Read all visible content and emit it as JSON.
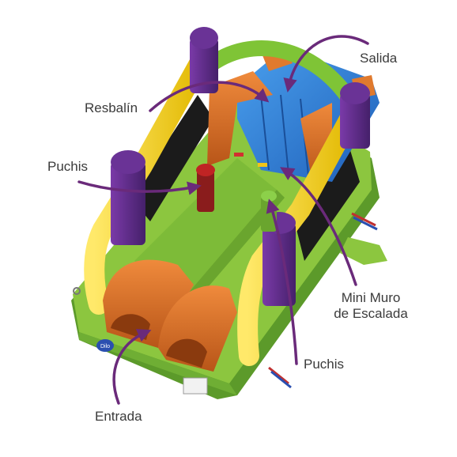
{
  "labels": {
    "salida": "Salida",
    "resbalin": "Resbalín",
    "puchis_left": "Puchis",
    "mini_muro_line1": "Mini Muro",
    "mini_muro_line2": "de Escalada",
    "puchis_right": "Puchis",
    "entrada": "Entrada"
  },
  "logo_text": "Dilo",
  "colors": {
    "arrow": "#6a2a7a",
    "green": "#8cc63f",
    "green_dark": "#5c9a2a",
    "yellow": "#f4d320",
    "purple": "#5b2a86",
    "orange": "#d9702a",
    "blue": "#2f7fd6",
    "red": "#b71c1c",
    "text": "#3b3b3b"
  }
}
